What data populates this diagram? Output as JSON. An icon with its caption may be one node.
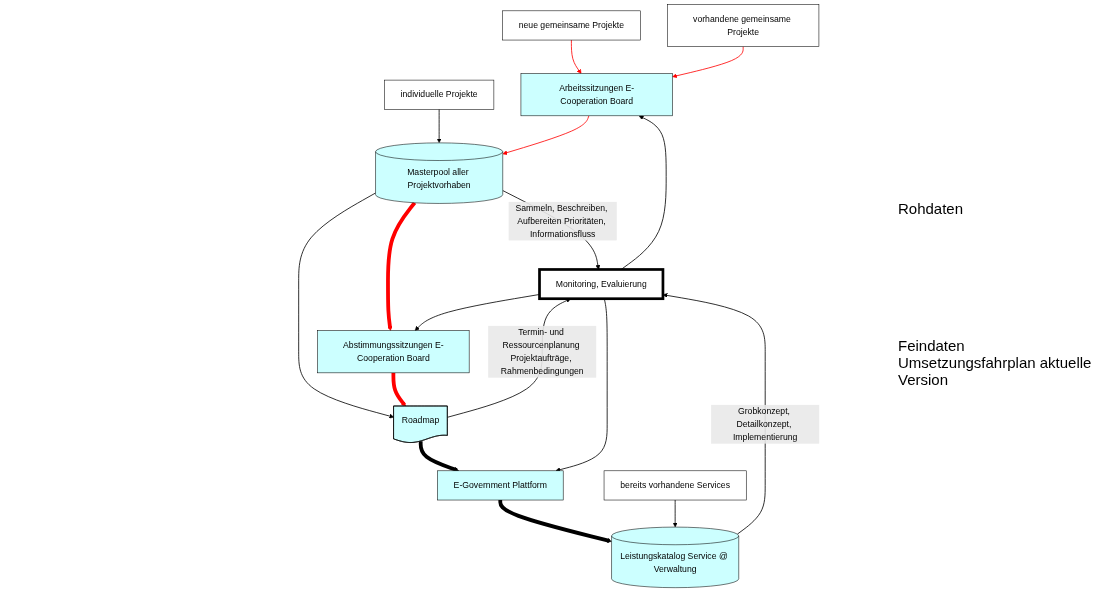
{
  "diagram": {
    "nodes": [
      {
        "text": [
          "neue gemeinsame Projekte"
        ]
      },
      {
        "text": [
          "vorhandene gemeinsame Projekte"
        ]
      },
      {
        "text": [
          "individuelle Projekte"
        ]
      },
      {
        "text": [
          "Arbeitssitzungen E-Cooperation Board"
        ]
      },
      {
        "text": [
          "Masterpool aller Projektvorhaben"
        ]
      },
      {
        "text": [
          "Abstimmungssitzungen E-Cooperation Board"
        ]
      },
      {
        "text": [
          "Roadmap"
        ]
      },
      {
        "text": [
          "E-Government Plattform"
        ]
      },
      {
        "text": [
          "Leistungskatalog Service @ Verwaltung"
        ]
      },
      {
        "text": [
          "bereits vorhandene Services"
        ]
      },
      {
        "text": [
          "Monitoring, Evaluierung"
        ]
      }
    ],
    "edges": [
      {
        "from": 0,
        "to": 3,
        "arrow": "to",
        "color": "#ff0000"
      },
      {
        "from": 1,
        "to": 3,
        "arrow": "to",
        "color": "#ff0000"
      },
      {
        "from": 2,
        "to": 4,
        "arrow": "to"
      },
      {
        "from": 3,
        "to": 4,
        "arrow": "to",
        "color": "#ff0000"
      },
      {
        "from": 4,
        "to": 10,
        "arrow": "to",
        "label": "Sammeln, Beschreiben, Aufbereiten Prioritäten, Informationsfluss"
      },
      {
        "from": 4,
        "to": 5,
        "arrow": "to",
        "style": "thick",
        "color": "#ff0000"
      },
      {
        "from": 4,
        "to": 6,
        "arrow": "to"
      },
      {
        "from": 5,
        "to": 6,
        "arrow": "to",
        "style": "thick",
        "color": "#ff0000"
      },
      {
        "from": 6,
        "to": 10,
        "arrow": "to",
        "label": "Termin- und Ressourcenplanung Projektaufträge, Rahmenbedingungen"
      },
      {
        "from": 6,
        "to": 7,
        "arrow": "to",
        "style": "thick"
      },
      {
        "from": 7,
        "to": 8,
        "arrow": "to",
        "style": "thick"
      },
      {
        "from": 8,
        "to": 10,
        "arrow": "to",
        "label": "Grobkonzept, Detailkonzept, Implementierung"
      },
      {
        "from": 9,
        "to": 8,
        "arrow": "to"
      },
      {
        "from": 10,
        "to": 3,
        "arrow": "to"
      },
      {
        "from": 10,
        "to": 5,
        "arrow": "to"
      },
      {
        "from": 10,
        "to": 7,
        "arrow": "to"
      }
    ],
    "labels": [
      "Rohdaten",
      "Feindaten Umsetzungsfahrplan aktuelle Version"
    ]
  }
}
